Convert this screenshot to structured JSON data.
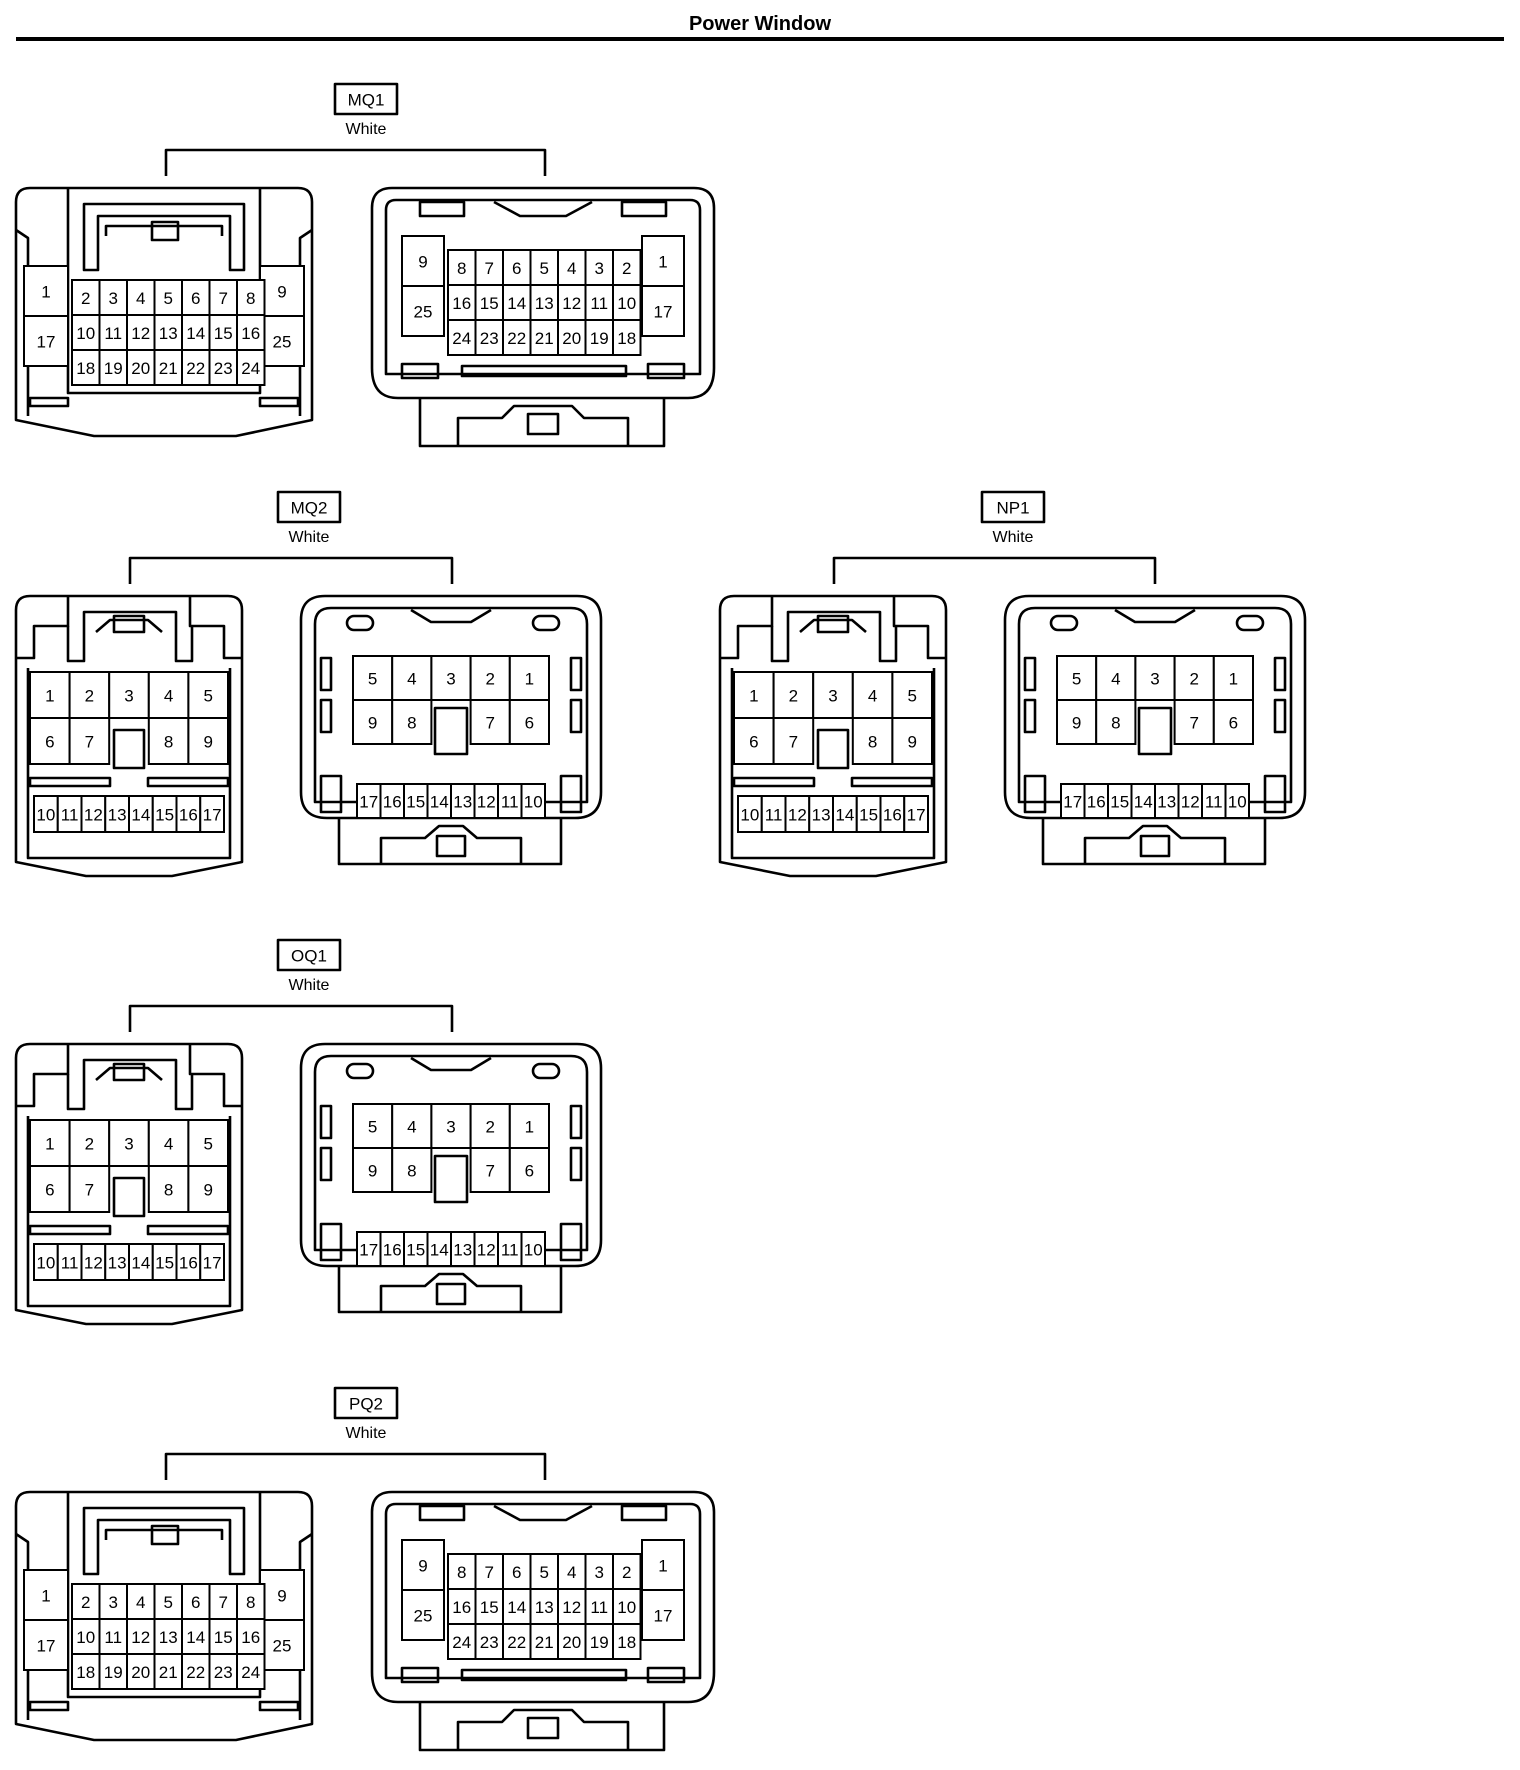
{
  "page": {
    "title": "Power Window"
  },
  "connectors": [
    {
      "code": "MQ1",
      "color": "White",
      "variant": "large"
    },
    {
      "code": "MQ2",
      "color": "White",
      "variant": "small"
    },
    {
      "code": "NP1",
      "color": "White",
      "variant": "small"
    },
    {
      "code": "OQ1",
      "color": "White",
      "variant": "small"
    },
    {
      "code": "PQ2",
      "color": "White",
      "variant": "large"
    }
  ],
  "pinouts": {
    "large_male": {
      "left": [
        "1",
        "17"
      ],
      "right": [
        "9",
        "25"
      ],
      "rows": [
        [
          "2",
          "3",
          "4",
          "5",
          "6",
          "7",
          "8"
        ],
        [
          "10",
          "11",
          "12",
          "13",
          "14",
          "15",
          "16"
        ],
        [
          "18",
          "19",
          "20",
          "21",
          "22",
          "23",
          "24"
        ]
      ]
    },
    "large_female": {
      "left": [
        "9",
        "25"
      ],
      "right": [
        "1",
        "17"
      ],
      "rows": [
        [
          "8",
          "7",
          "6",
          "5",
          "4",
          "3",
          "2"
        ],
        [
          "16",
          "15",
          "14",
          "13",
          "12",
          "11",
          "10"
        ],
        [
          "24",
          "23",
          "22",
          "21",
          "20",
          "19",
          "18"
        ]
      ]
    },
    "small_male": {
      "top": [
        "1",
        "2",
        "3",
        "4",
        "5"
      ],
      "mid": [
        "6",
        "7",
        "",
        "8",
        "9"
      ],
      "bottom": [
        "10",
        "11",
        "12",
        "13",
        "14",
        "15",
        "16",
        "17"
      ]
    },
    "small_female": {
      "top": [
        "5",
        "4",
        "3",
        "2",
        "1"
      ],
      "mid": [
        "9",
        "8",
        "",
        "7",
        "6"
      ],
      "bottom": [
        "17",
        "16",
        "15",
        "14",
        "13",
        "12",
        "11",
        "10"
      ]
    }
  }
}
